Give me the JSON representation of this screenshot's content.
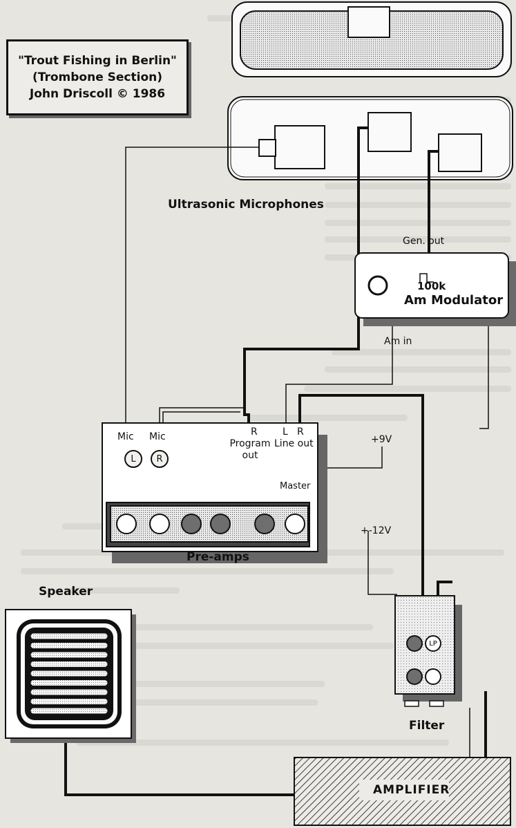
{
  "title_box": {
    "line1": "\"Trout Fishing in Berlin\"",
    "line2": "(Trombone Section)",
    "line3": "John Driscoll © 1986"
  },
  "labels": {
    "ultrasonic": "Ultrasonic Microphones",
    "gen_out": "Gen. out",
    "freq": "100k",
    "am_modulator": "Am Modulator",
    "am_in": "Am in",
    "plus9v": "+9V",
    "preamps": "Pre-amps",
    "mic_left": "Mic",
    "mic_right": "Mic",
    "mic_l_knob": "L",
    "mic_r_knob": "R",
    "program_r": "R",
    "program_out": "Program\nout",
    "line_l": "L",
    "line_r": "R",
    "line_out": "Line out",
    "master": "Master",
    "plusminus12v": "+-12V",
    "filter": "Filter",
    "lp": "LP",
    "speaker": "Speaker",
    "amplifier": "AMPLIFIER"
  },
  "colors": {
    "ink": "#111111",
    "paper": "#e7e5e0",
    "stipple": "#bdbdbd"
  }
}
